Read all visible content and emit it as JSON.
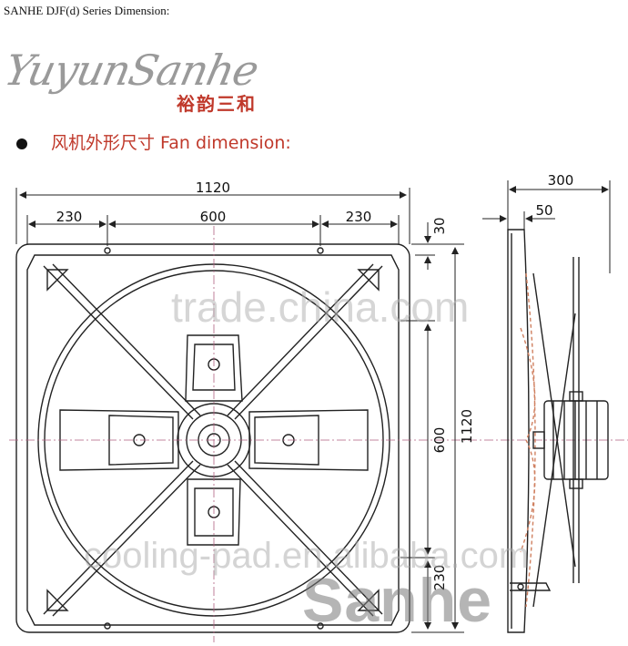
{
  "header": {
    "text": "SANHE DJF(d) Series Dimension:"
  },
  "logo": {
    "latin": "YuyunSanhe",
    "chinese": "裕韵三和"
  },
  "section": {
    "title": "风机外形尺寸 Fan dimension:"
  },
  "dimensions": {
    "overall_width": "1120",
    "left_segment": "230",
    "middle_segment": "600",
    "right_segment": "230",
    "top_offset": "30",
    "height_segment": "600",
    "overall_height": "1120",
    "bottom_segment": "230",
    "depth": "300",
    "frame_depth": "50"
  },
  "watermarks": {
    "trade": "trade.china.com",
    "cooling": "cooling-pad.en.alibaba.com",
    "brand": "Sanhe"
  },
  "colors": {
    "accent": "#c0392b",
    "line": "#222222",
    "watermark": "#a0a0a0"
  }
}
